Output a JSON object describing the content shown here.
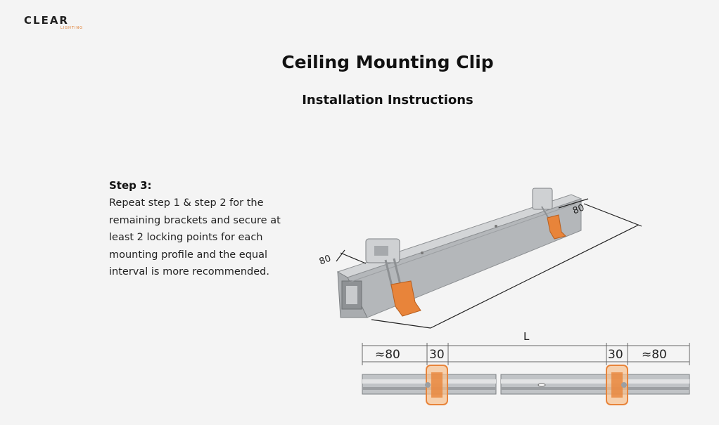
{
  "brand": {
    "name": "CLEAR",
    "tagline": "LIGHTING"
  },
  "title": "Ceiling Mounting Clip",
  "subtitle": "Installation Instructions",
  "step": {
    "title": "Step 3:",
    "lines": [
      "Repeat step 1 & step 2 for the",
      "remaining brackets and secure at",
      "least 2 locking points for each",
      "mounting profile and the equal",
      "interval is more recommended."
    ]
  },
  "dimensions": {
    "left_offset": "80",
    "right_offset": "80",
    "length": "L",
    "approx_left": "≈80",
    "approx_right": "≈80",
    "clip_left": "30",
    "clip_right": "30"
  },
  "colors": {
    "clip": "#e8843a",
    "profile": "#b9bcbf",
    "accent": "#e07a2a"
  }
}
